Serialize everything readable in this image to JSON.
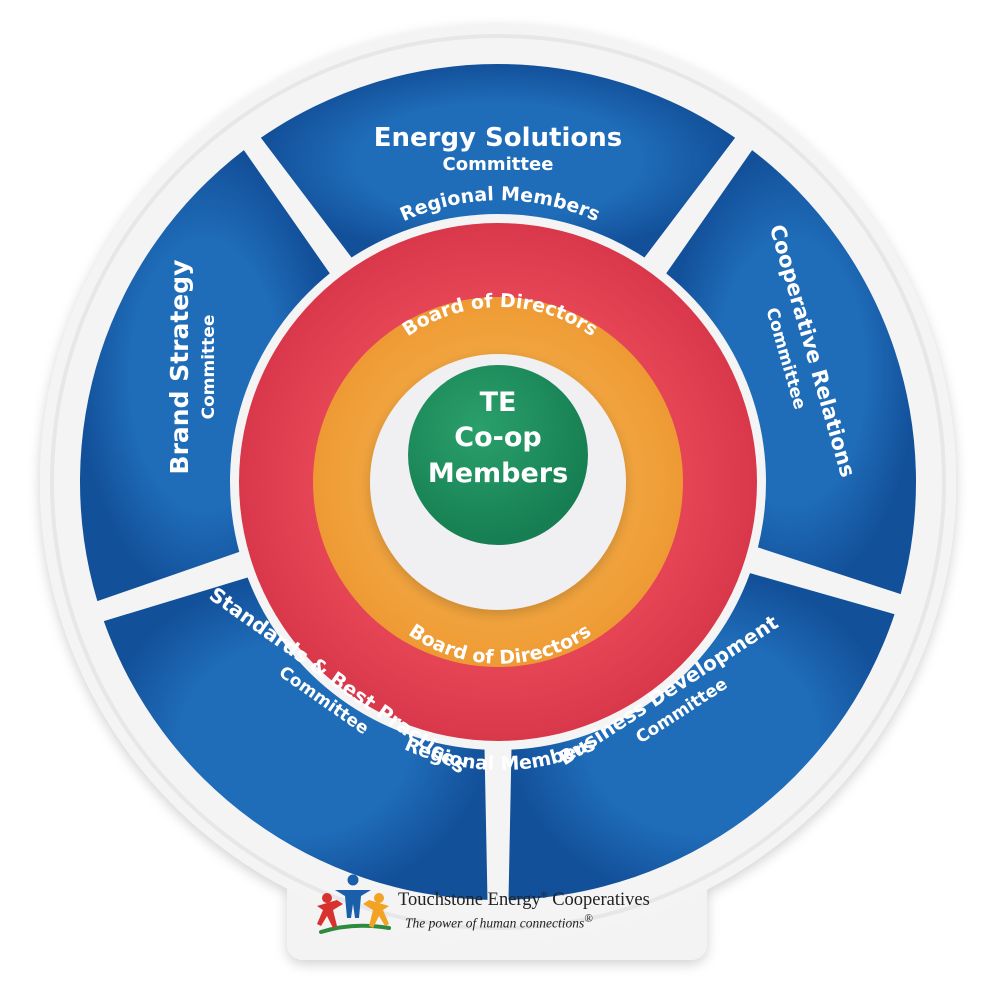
{
  "center": {
    "line1": "TE",
    "line2": "Co-op",
    "line3": "Members"
  },
  "rings": {
    "board_top": "Board of Directors",
    "board_bottom": "Board of Directors",
    "regional_top": "Regional Members",
    "regional_bottom": "Regional Members"
  },
  "committees": [
    {
      "title": "Energy Solutions",
      "subtitle": "Committee"
    },
    {
      "title": "Cooperative Relations",
      "subtitle": "Committee"
    },
    {
      "title": "Business Development",
      "subtitle": "Committee"
    },
    {
      "title": "Standards &  Best Practices",
      "subtitle": "Committee"
    },
    {
      "title": "Brand Strategy",
      "subtitle": "Committee"
    }
  ],
  "brand": {
    "name": "Touchstone Energy",
    "name_suffix": "Cooperatives",
    "registered": "®",
    "tagline": "The power of human connections",
    "tagline_mark": "®"
  },
  "colors": {
    "outer_blue": "#1b63ae",
    "regional_red": "#e2434f",
    "board_orange": "#f2a43a",
    "center_green": "#1e8f5e",
    "background": "#ffffff"
  }
}
